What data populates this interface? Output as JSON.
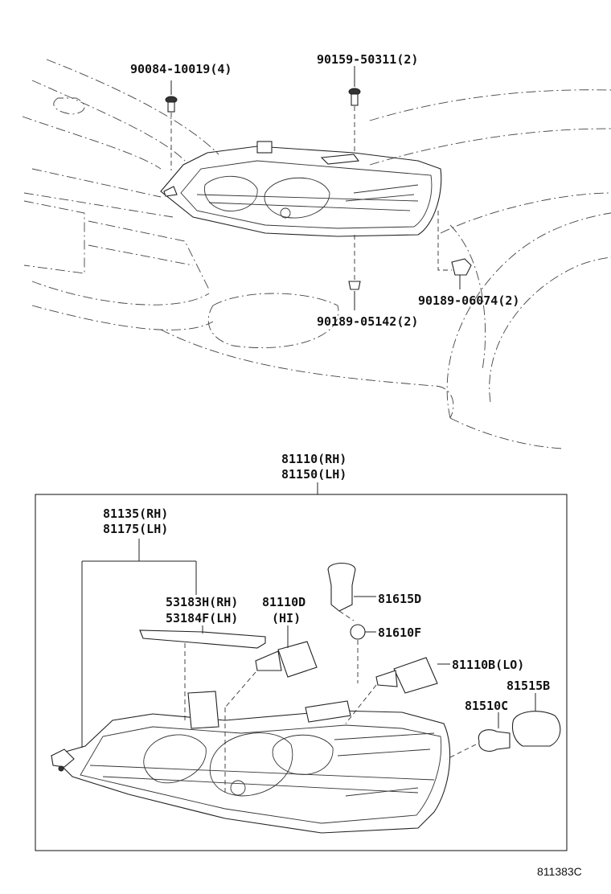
{
  "labels": {
    "bolt_hood": "90084-10019(4)",
    "bolt_top": "90159-50311(2)",
    "clip_right": "90189-06074(2)",
    "clip_bottom": "90189-05142(2)",
    "assembly_rh": "81110(RH)",
    "assembly_lh": "81150(LH)",
    "lens_rh": "81135(RH)",
    "lens_lh": "81175(LH)",
    "seal_rh": "53183H(RH)",
    "seal_lh": "53184F(LH)",
    "bulb_hi_part": "81110D",
    "bulb_hi_note": "(HI)",
    "socket": "81615D",
    "bulb_small": "81610F",
    "bulb_lo": "81110B(LO)",
    "socket_side": "81515B",
    "bulb_side": "81510C",
    "figure_ref": "811383C"
  }
}
